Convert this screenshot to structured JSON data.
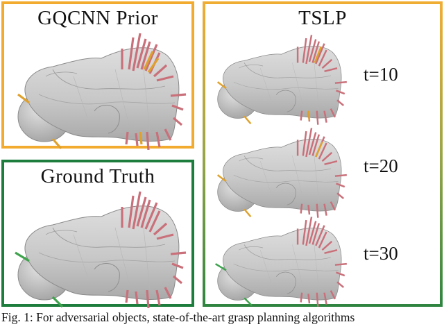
{
  "panels": {
    "prior": {
      "title": "GQCNN Prior"
    },
    "truth": {
      "title": "Ground Truth"
    },
    "tslp": {
      "title": "TSLP",
      "steps": [
        "t=10",
        "t=20",
        "t=30"
      ]
    }
  },
  "caption": "Fig. 1: For adversarial objects, state-of-the-art grasp planning algorithms",
  "colors": {
    "prior_border": "#f2ab2e",
    "truth_border": "#1d7d3d",
    "object_fill": "#c9c9c9",
    "grasp_red": "#c9707a",
    "grasp_orange": "#e0a12c",
    "grasp_green": "#3fa34d"
  }
}
